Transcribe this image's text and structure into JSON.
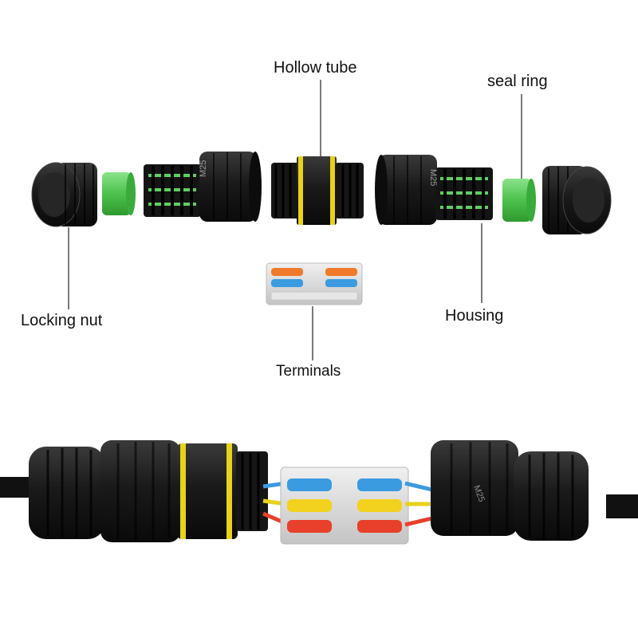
{
  "labels": {
    "hollow_tube": "Hollow tube",
    "seal_ring": "seal ring",
    "locking_nut": "Locking nut",
    "housing": "Housing",
    "terminals": "Terminals"
  },
  "markings": {
    "thread_size": "M25"
  },
  "colors": {
    "body": "#1b1b1b",
    "seal_green": "#5fcf5f",
    "yellow_ring": "#e8d21a",
    "terminal_orange": "#f07a2a",
    "terminal_blue": "#3a9be0",
    "terminal_yellow": "#f2d21e",
    "terminal_red": "#e8402a",
    "terminal_gray": "#d8d8d8"
  }
}
